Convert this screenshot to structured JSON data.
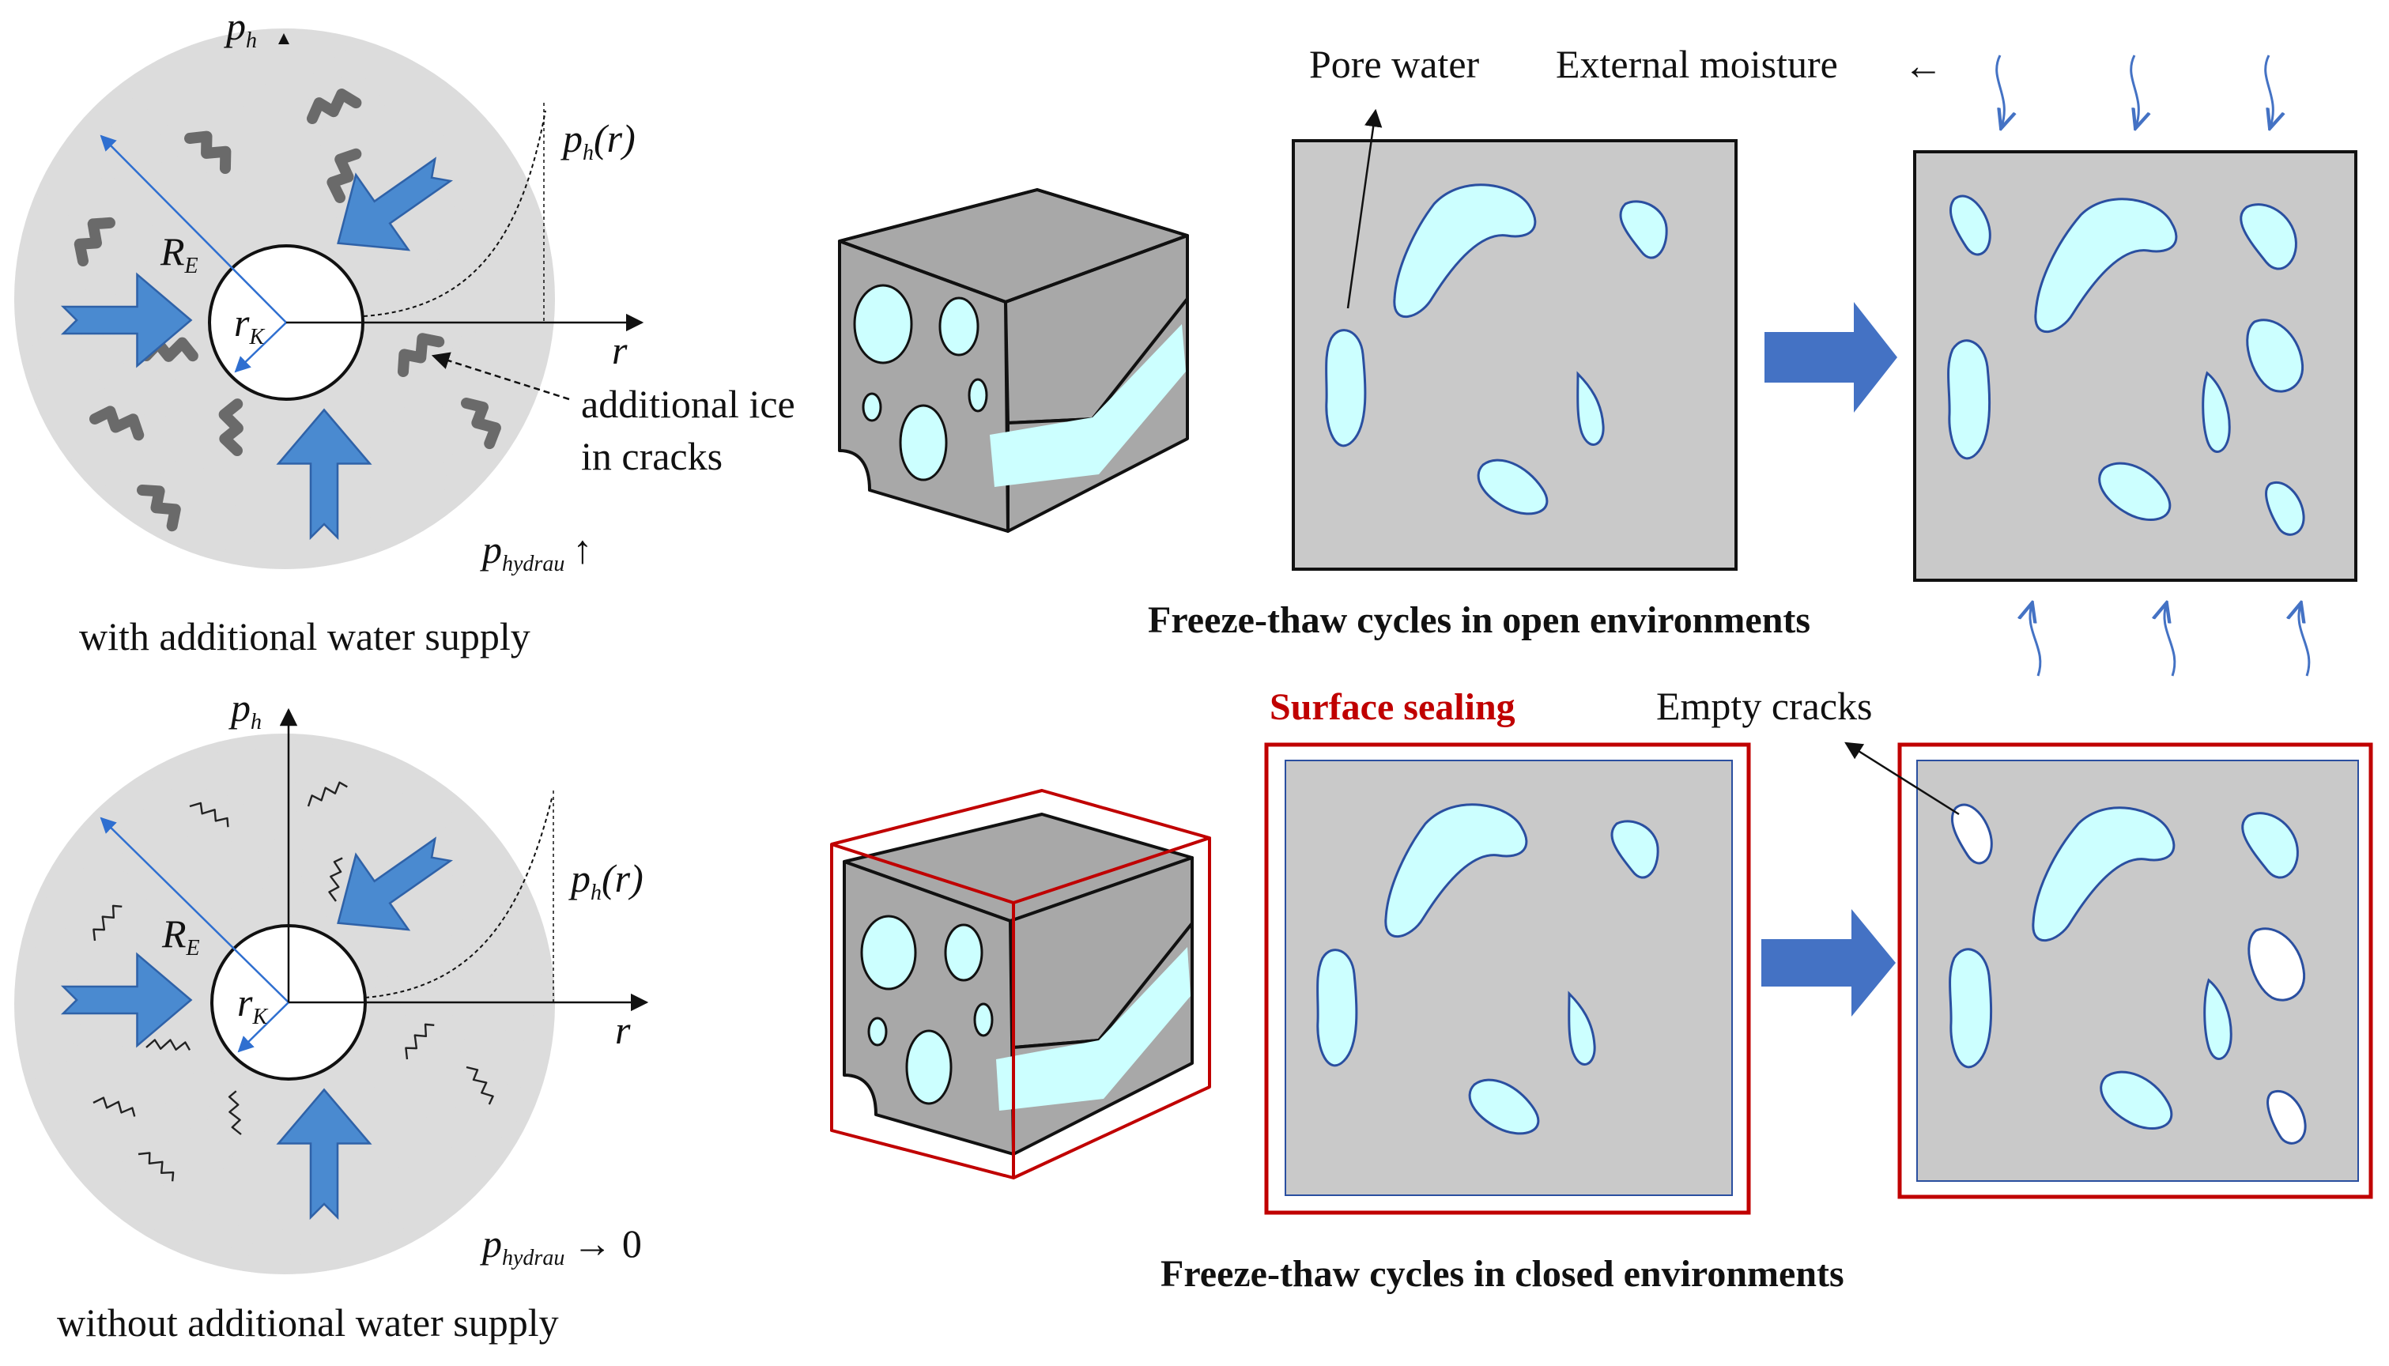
{
  "top_panel": {
    "axis_p": "p",
    "axis_p_sub": "h",
    "curve_p": "p",
    "curve_p_sub": "h",
    "curve_arg": "(r)",
    "radius_outer": "R",
    "radius_outer_sub": "E",
    "radius_inner": "r",
    "radius_inner_sub": "K",
    "axis_r": "r",
    "ice_line1": "additional ice",
    "ice_line2": "in cracks",
    "hydrau_p": "p",
    "hydrau_sub": "hydrau",
    "hydrau_suffix": "↑",
    "caption": "with additional water supply"
  },
  "bottom_panel": {
    "axis_p": "p",
    "axis_p_sub": "h",
    "curve_p": "p",
    "curve_p_sub": "h",
    "curve_arg": "(r)",
    "radius_outer": "R",
    "radius_outer_sub": "E",
    "radius_inner": "r",
    "radius_inner_sub": "K",
    "axis_r": "r",
    "hydrau_p": "p",
    "hydrau_sub": "hydrau",
    "hydrau_suffix": "→ 0",
    "caption": "without additional water supply"
  },
  "open_env": {
    "pore_water": "Pore water",
    "external_moisture": "External moisture",
    "arrow_glyph": "←",
    "caption": "Freeze-thaw cycles in open environments"
  },
  "closed_env": {
    "surface_sealing": "Surface sealing",
    "empty_cracks": "Empty cracks",
    "caption": "Freeze-thaw cycles in closed environments"
  },
  "colors": {
    "concrete": "#c9c9c9",
    "pore": "#ccffff",
    "pore_outline": "#2a4fa0",
    "blue_arrow": "#4a8ad0",
    "dark_arrow": "#4472c4",
    "seal_red": "#c00000",
    "moisture_blue": "#4472c4"
  }
}
